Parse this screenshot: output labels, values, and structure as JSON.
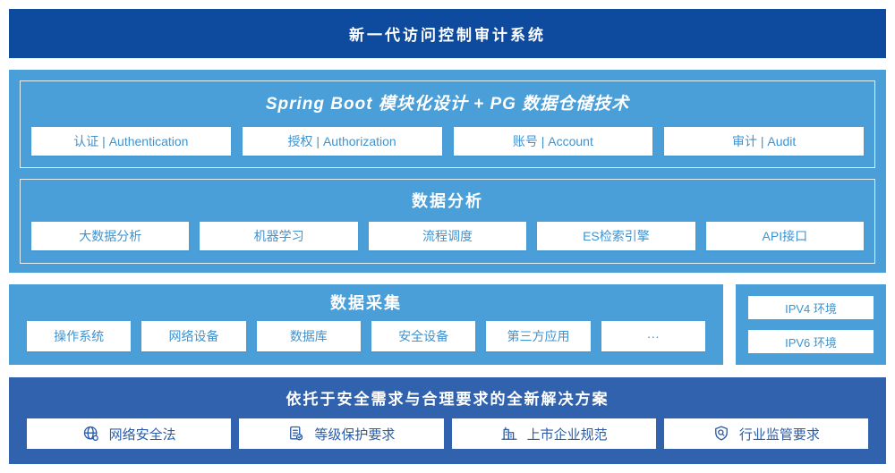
{
  "banner": {
    "title": "新一代访问控制审计系统"
  },
  "platform": {
    "title": "Spring Boot 模块化设计 + PG 数据仓储技术",
    "modules": [
      "认证 | Authentication",
      "授权 | Authorization",
      "账号 | Account",
      "审计 | Audit"
    ],
    "analysis": {
      "title": "数据分析",
      "items": [
        "大数据分析",
        "机器学习",
        "流程调度",
        "ES检索引擎",
        "API接口"
      ]
    }
  },
  "collection": {
    "title": "数据采集",
    "items": [
      "操作系统",
      "网络设备",
      "数据库",
      "安全设备",
      "第三方应用",
      "···"
    ]
  },
  "environments": {
    "items": [
      "IPV4 环境",
      "IPV6 环境"
    ]
  },
  "solution": {
    "title": "依托于安全需求与合理要求的全新解决方案",
    "items": [
      {
        "icon": "globe-icon",
        "label": "网络安全法"
      },
      {
        "icon": "document-check-icon",
        "label": "等级保护要求"
      },
      {
        "icon": "building-icon",
        "label": "上市企业规范"
      },
      {
        "icon": "shield-search-icon",
        "label": "行业监管要求"
      }
    ]
  },
  "colors": {
    "banner_blue": "#0E4A9E",
    "section_blue": "#4A9FD8",
    "solution_blue": "#3162AD",
    "box_text_blue": "#3E93D0",
    "solution_text_blue": "#2A5CA8"
  }
}
